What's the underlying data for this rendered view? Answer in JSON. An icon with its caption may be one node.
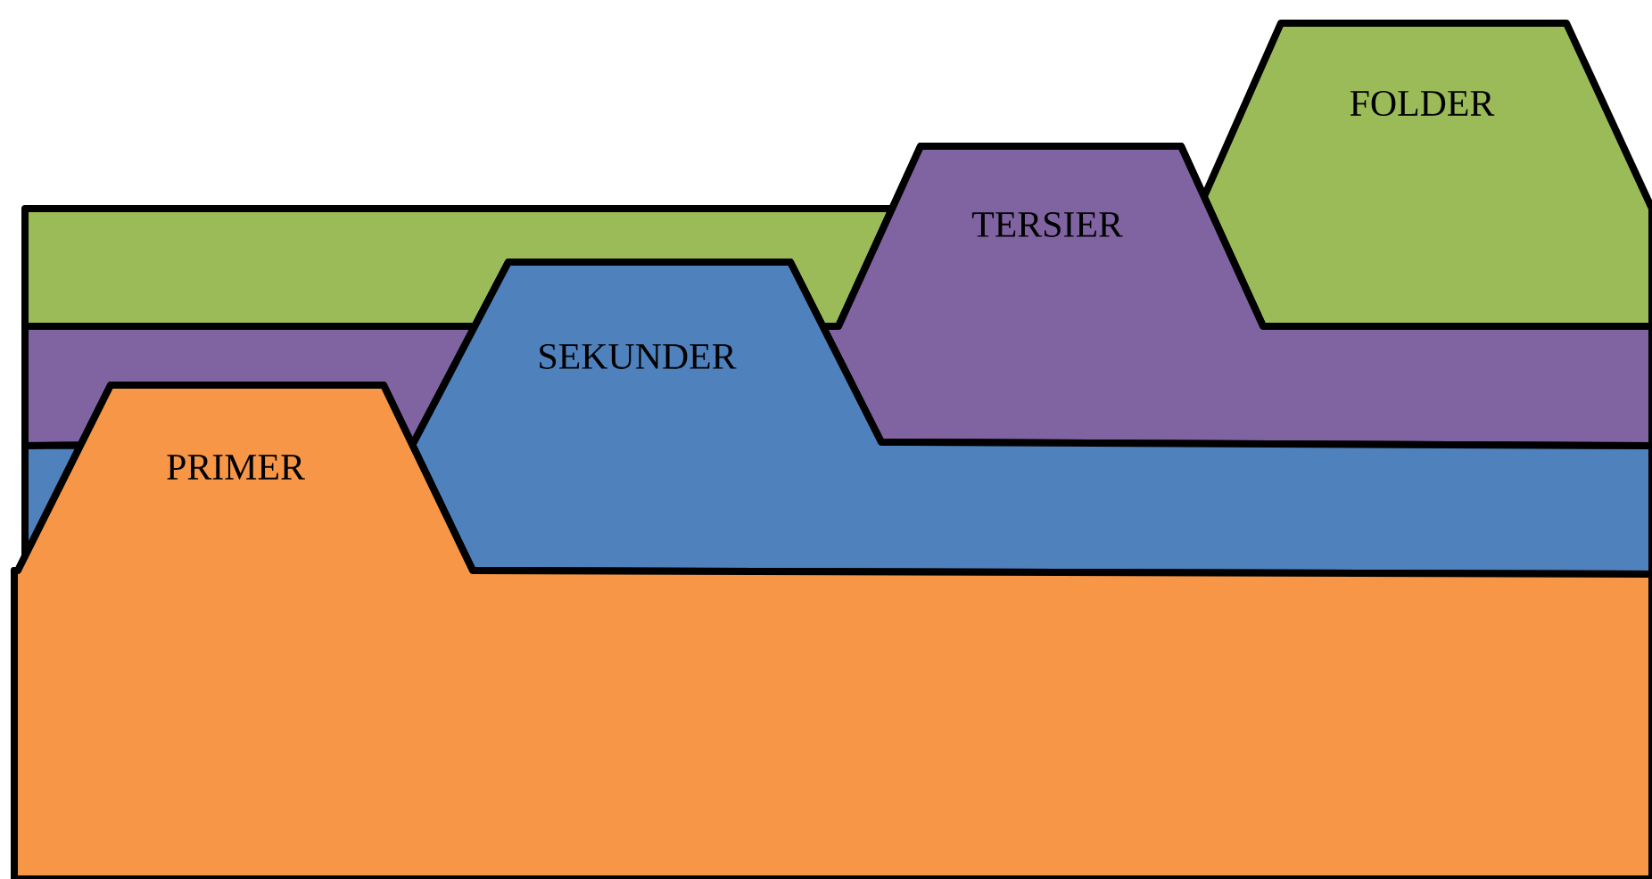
{
  "diagram": {
    "nodes": [
      {
        "text": [
          "FOLDER"
        ]
      },
      {
        "text": [
          "TERSIER"
        ]
      },
      {
        "text": [
          "SEKUNDER"
        ]
      },
      {
        "text": [
          "PRIMER"
        ]
      }
    ]
  }
}
